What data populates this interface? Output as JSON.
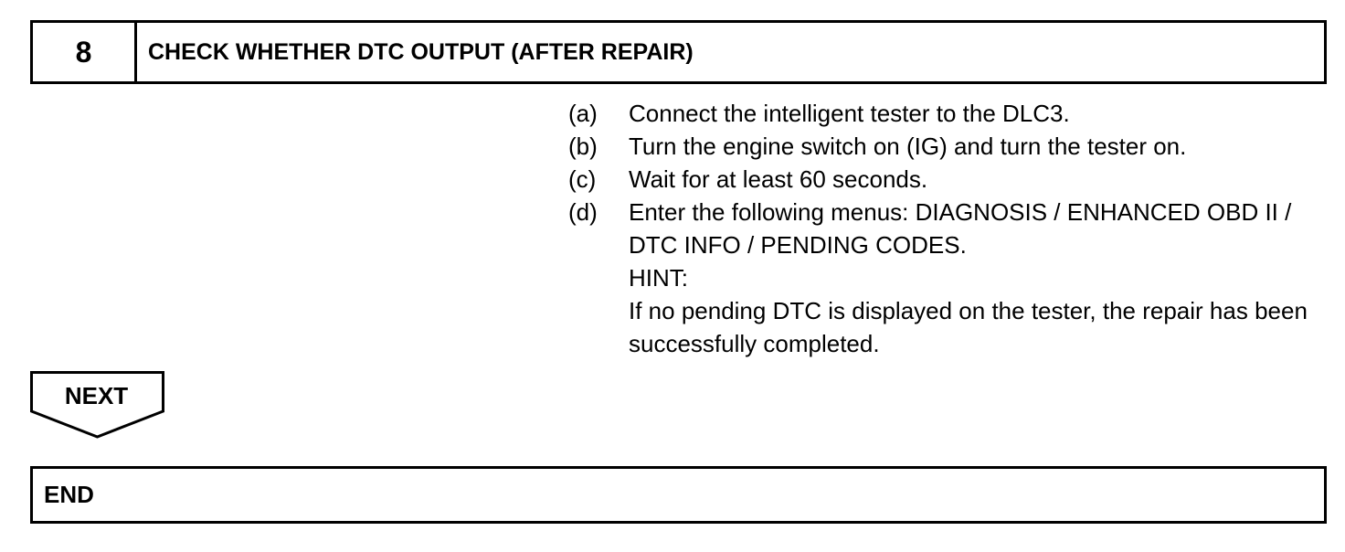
{
  "header": {
    "step_number": "8",
    "title": "CHECK WHETHER DTC OUTPUT (AFTER REPAIR)"
  },
  "steps": [
    {
      "letter": "(a)",
      "text": "Connect the intelligent tester to the DLC3."
    },
    {
      "letter": "(b)",
      "text": "Turn the engine switch on (IG) and turn the tester on."
    },
    {
      "letter": "(c)",
      "text": "Wait for at least 60 seconds."
    },
    {
      "letter": "(d)",
      "text": "Enter the following menus: DIAGNOSIS / ENHANCED OBD II / DTC INFO / PENDING CODES."
    }
  ],
  "hint": {
    "label": "HINT:",
    "text": "If no pending DTC is displayed on the tester, the repair has been successfully completed."
  },
  "next_label": "NEXT",
  "end_label": "END"
}
